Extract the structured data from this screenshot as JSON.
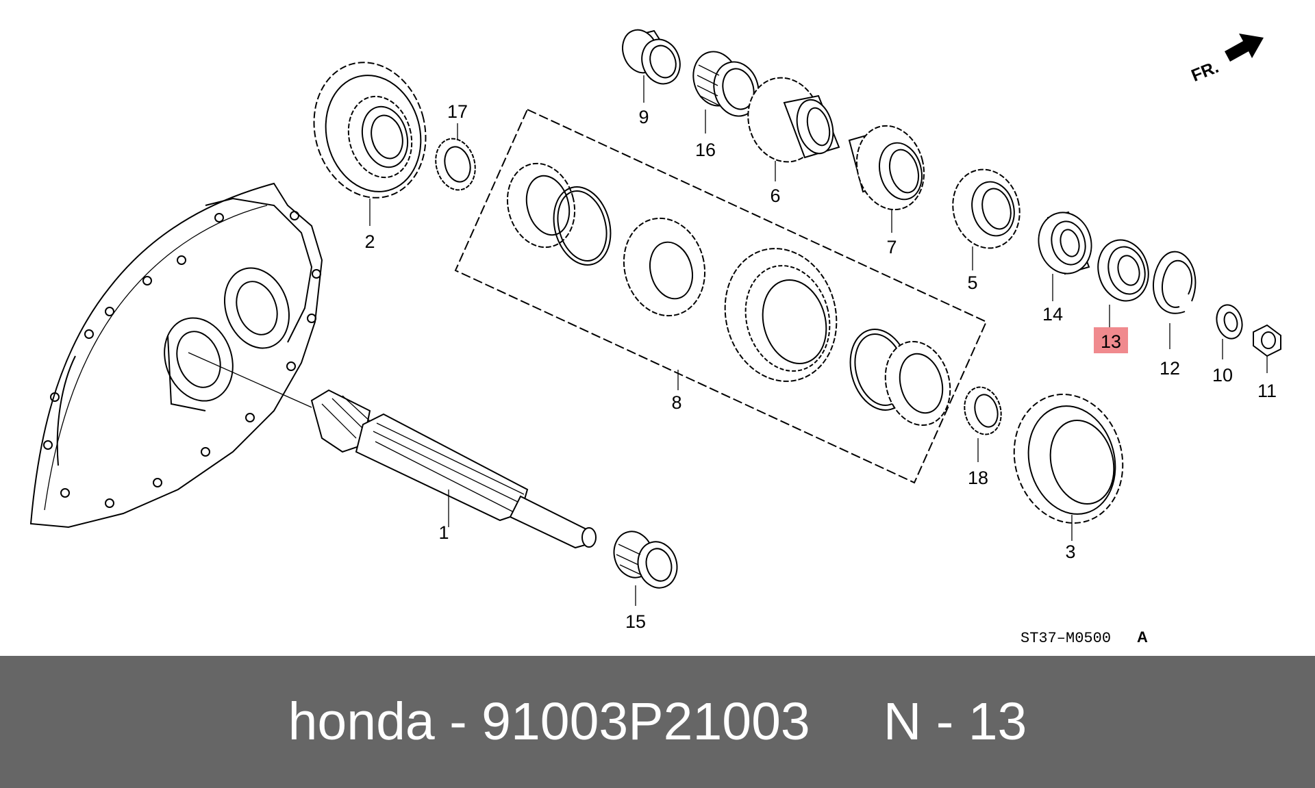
{
  "diagram": {
    "direction_label": "FR.",
    "drawing_code": "ST37–M0500",
    "drawing_code_suffix": "A",
    "highlight_color": "#f08a8e",
    "parts": {
      "p1": "1",
      "p2": "2",
      "p3": "3",
      "p5": "5",
      "p6": "6",
      "p7": "7",
      "p8": "8",
      "p9": "9",
      "p10": "10",
      "p11": "11",
      "p12": "12",
      "p13": "13",
      "p14": "14",
      "p15": "15",
      "p16": "16",
      "p17": "17",
      "p18": "18"
    }
  },
  "footer": {
    "text": "honda - 91003P21003     N - 13",
    "background": "#666666"
  }
}
